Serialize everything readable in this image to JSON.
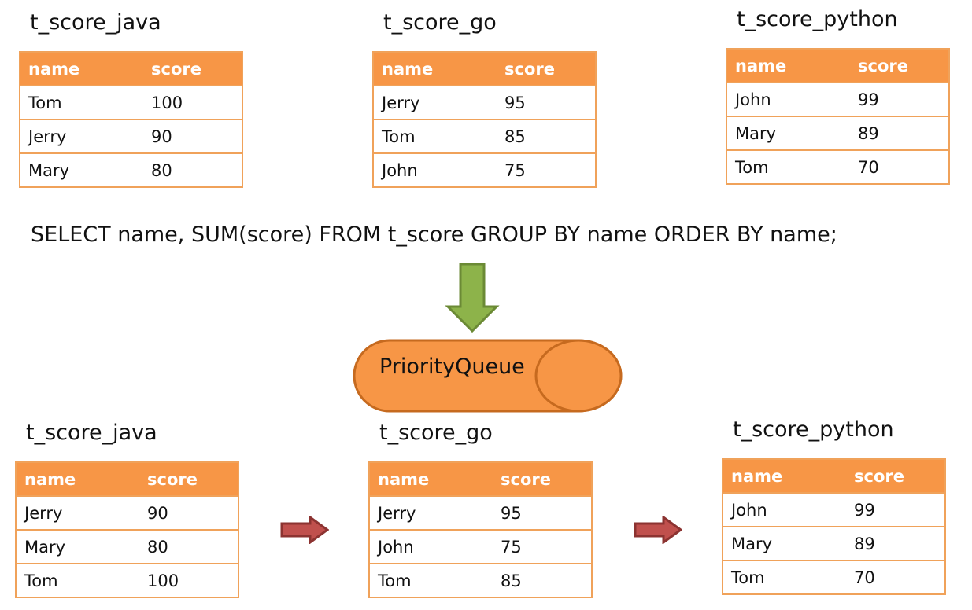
{
  "query": "SELECT name, SUM(score) FROM t_score GROUP BY name ORDER BY name;",
  "priority_queue_label": "PriorityQueue",
  "top_tables": [
    {
      "title": "t_score_java",
      "headers": [
        "name",
        "score"
      ],
      "rows": [
        [
          "Tom",
          "100"
        ],
        [
          "Jerry",
          "90"
        ],
        [
          "Mary",
          "80"
        ]
      ]
    },
    {
      "title": "t_score_go",
      "headers": [
        "name",
        "score"
      ],
      "rows": [
        [
          "Jerry",
          "95"
        ],
        [
          "Tom",
          "85"
        ],
        [
          "John",
          "75"
        ]
      ]
    },
    {
      "title": "t_score_python",
      "headers": [
        "name",
        "score"
      ],
      "rows": [
        [
          "John",
          "99"
        ],
        [
          "Mary",
          "89"
        ],
        [
          "Tom",
          "70"
        ]
      ]
    }
  ],
  "bottom_tables": [
    {
      "title": "t_score_java",
      "headers": [
        "name",
        "score"
      ],
      "rows": [
        [
          "Jerry",
          "90"
        ],
        [
          "Mary",
          "80"
        ],
        [
          "Tom",
          "100"
        ]
      ]
    },
    {
      "title": "t_score_go",
      "headers": [
        "name",
        "score"
      ],
      "rows": [
        [
          "Jerry",
          "95"
        ],
        [
          "John",
          "75"
        ],
        [
          "Tom",
          "85"
        ]
      ]
    },
    {
      "title": "t_score_python",
      "headers": [
        "name",
        "score"
      ],
      "rows": [
        [
          "John",
          "99"
        ],
        [
          "Mary",
          "89"
        ],
        [
          "Tom",
          "70"
        ]
      ]
    }
  ],
  "colors": {
    "header_fill": "#f79646",
    "table_border": "#f0a25a",
    "queue_fill": "#f79646",
    "queue_stroke": "#c66a1f",
    "down_arrow_fill": "#8db34a",
    "down_arrow_stroke": "#6b8a35",
    "right_arrow_fill": "#c0504d",
    "right_arrow_stroke": "#8c3331"
  }
}
